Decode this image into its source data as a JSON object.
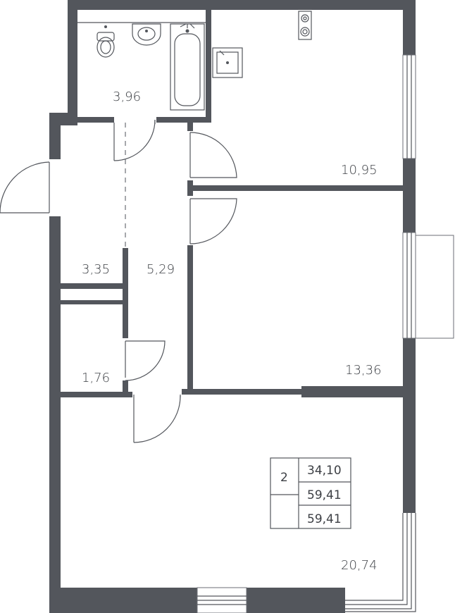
{
  "rooms": {
    "bathroom_area": "3,96",
    "kitchen_area": "10,95",
    "hall_area": "3,35",
    "corridor_area": "5,29",
    "storage_area": "1,76",
    "bedroom_area": "13,36",
    "living_area": "20,74"
  },
  "legend": {
    "rooms_count": "2",
    "living_space": "34,10",
    "total_space": "59,41",
    "total_space_with_balcony": "59,41"
  },
  "colors": {
    "wall": "#53565c",
    "text": "#3c3f44"
  }
}
